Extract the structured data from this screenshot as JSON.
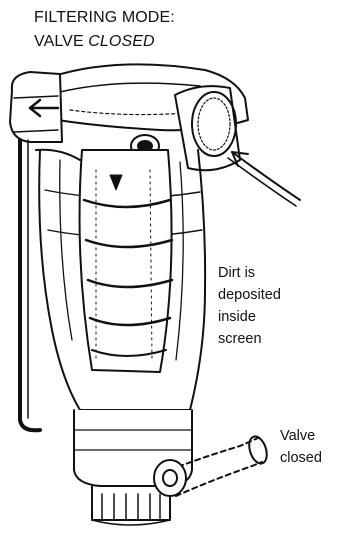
{
  "title": {
    "line1": "FILTERING MODE:",
    "line2_prefix": "VALVE",
    "line2_emph": "CLOSED"
  },
  "annotations": {
    "dirt": [
      "Dirt is",
      "deposited",
      "inside",
      "screen"
    ],
    "valve": [
      "Valve",
      "closed"
    ]
  },
  "colors": {
    "ink": "#111111",
    "paper": "#ffffff"
  }
}
